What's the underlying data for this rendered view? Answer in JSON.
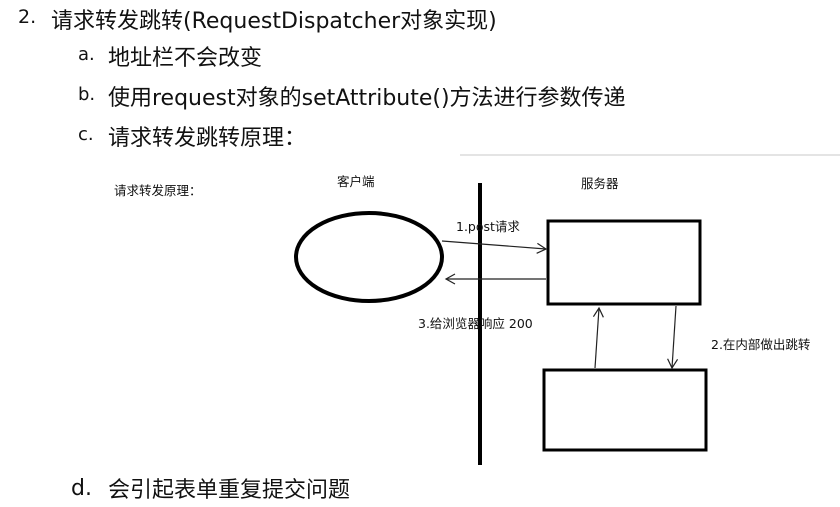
{
  "heading": {
    "number": "2.",
    "text": "请求转发跳转(RequestDispatcher对象实现)"
  },
  "items": [
    {
      "marker": "a.",
      "text": "地址栏不会改变"
    },
    {
      "marker": "b.",
      "text": "使用request对象的setAttribute()方法进行参数传递"
    },
    {
      "marker": "c.",
      "text": "请求转发跳转原理："
    },
    {
      "marker": "d.",
      "text": "会引起表单重复提交问题"
    }
  ],
  "diagram": {
    "title": "请求转发原理：",
    "client_label": "客户端",
    "server_label": "服务器",
    "step1": "1.post请求",
    "step2": "2.在内部做出跳转",
    "step3": "3.给浏览器响应 200"
  }
}
